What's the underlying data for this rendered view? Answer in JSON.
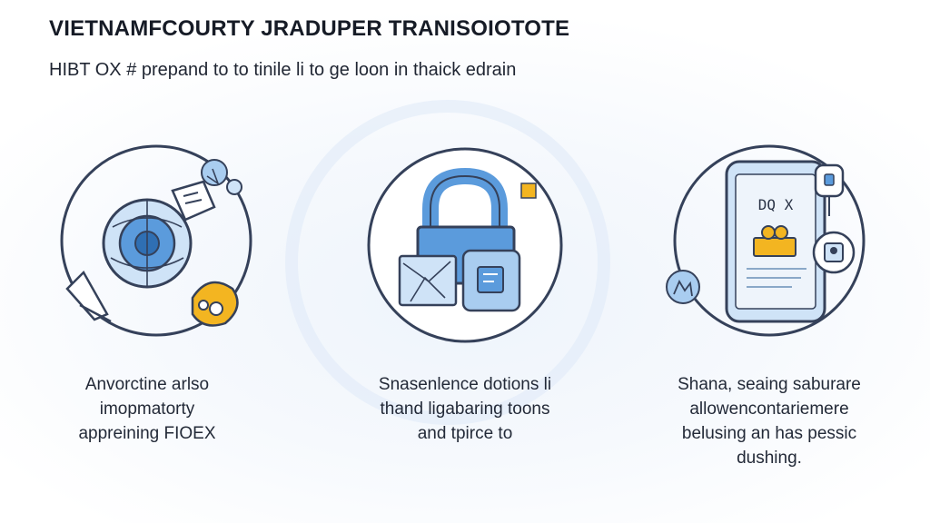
{
  "header": {
    "title": "VIETNAMFCOURTY JRADUPER TRANISOIOTOTE",
    "subtitle": "HIBT OX # prepand to to tinile li to ge loon in thaick edrain"
  },
  "panels": [
    {
      "icon": "globe-network-icon",
      "caption": [
        "Anvorctine arlso",
        "imopmatorty",
        "appreining FIOEX"
      ]
    },
    {
      "icon": "padlock-icon",
      "caption": [
        "Snasenlence dotions li",
        "thand ligabaring toons",
        "and tpirce to"
      ]
    },
    {
      "icon": "smartphone-icon",
      "screen_text": "DQ X",
      "caption": [
        "Shana, seaing saburare",
        "allowencontariemere",
        "belusing an has pessic",
        "dushing."
      ]
    }
  ],
  "colors": {
    "accent_blue": "#5b9bdc",
    "light_blue": "#cfe3f7",
    "outline": "#35415a",
    "yellow": "#f3b521"
  }
}
